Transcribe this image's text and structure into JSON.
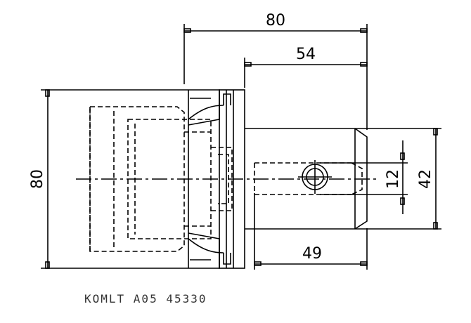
{
  "drawing": {
    "dimensions": {
      "overall_length": "80",
      "shank_length": "54",
      "body_diameter": "80",
      "bore_diameter": "12",
      "shank_diameter": "42",
      "bore_depth": "49"
    },
    "caption": "KOMLT A05 45330",
    "line_color": "#000000"
  }
}
